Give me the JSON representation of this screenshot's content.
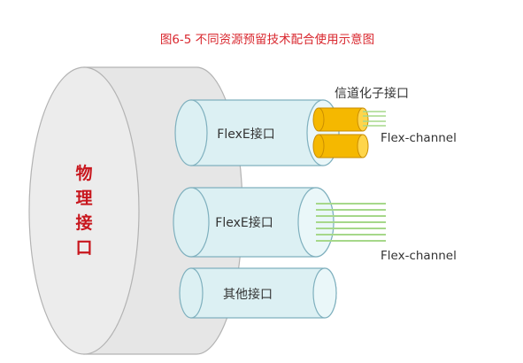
{
  "figure": {
    "title": "图6-5  不同资源预留技术配合使用示意图",
    "title_color": "#d9282f"
  },
  "physical_interface": {
    "label_chars": [
      "物",
      "理",
      "接",
      "口"
    ],
    "label_color": "#c8161d",
    "fill_color": "#e6e6e6",
    "stroke_color": "#b3b3b3"
  },
  "sub_interfaces": [
    {
      "label": "FlexE接口"
    },
    {
      "label": "FlexE接口"
    },
    {
      "label": "其他接口"
    }
  ],
  "annotations": {
    "channelized_subinterface": "信道化子接口",
    "flex_channel_top": "Flex-channel",
    "flex_channel_bottom": "Flex-channel"
  },
  "colors": {
    "tube_fill": "#dcf0f3",
    "tube_stroke": "#7fb0be",
    "cable_fill": "#f5b800",
    "cable_stroke": "#c98d00",
    "cable_face": "#ffd54a",
    "channel_line": "#a6d88a",
    "label_color": "#333333"
  }
}
